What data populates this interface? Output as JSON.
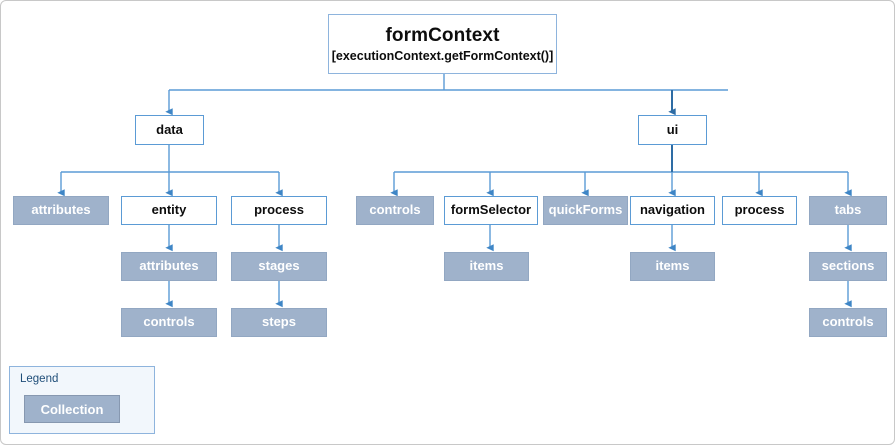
{
  "diagram": {
    "type": "tree",
    "root": {
      "title": "formContext",
      "subtitle": "[executionContext.getFormContext()]",
      "style": "plain"
    },
    "level2": [
      {
        "label": "data",
        "style": "plain"
      },
      {
        "label": "ui",
        "style": "plain"
      }
    ],
    "data_children": [
      {
        "label": "attributes",
        "style": "collection"
      },
      {
        "label": "entity",
        "style": "plain"
      },
      {
        "label": "process",
        "style": "plain"
      }
    ],
    "entity_chain": [
      {
        "label": "attributes",
        "style": "collection"
      },
      {
        "label": "controls",
        "style": "collection"
      }
    ],
    "process_chain": [
      {
        "label": "stages",
        "style": "collection"
      },
      {
        "label": "steps",
        "style": "collection"
      }
    ],
    "ui_children": [
      {
        "label": "controls",
        "style": "collection"
      },
      {
        "label": "formSelector",
        "style": "plain"
      },
      {
        "label": "quickForms",
        "style": "collection"
      },
      {
        "label": "navigation",
        "style": "plain"
      },
      {
        "label": "process",
        "style": "plain"
      },
      {
        "label": "tabs",
        "style": "collection"
      }
    ],
    "formselector_chain": [
      {
        "label": "items",
        "style": "collection"
      }
    ],
    "navigation_chain": [
      {
        "label": "items",
        "style": "collection"
      }
    ],
    "tabs_chain": [
      {
        "label": "sections",
        "style": "collection"
      },
      {
        "label": "controls",
        "style": "collection"
      }
    ]
  },
  "legend": {
    "title": "Legend",
    "swatch_label": "Collection"
  },
  "colors": {
    "collection_fill": "#9fb2cb",
    "collection_text": "#ffffff",
    "node_border": "#5b9bd5",
    "connector": "#5b9bd5",
    "connector_strong": "#2e6ca4",
    "legend_fill": "#f2f7fc",
    "legend_border": "#8eb4dd",
    "legend_title_text": "#1f4e79",
    "page_border": "#c8c8c8"
  }
}
